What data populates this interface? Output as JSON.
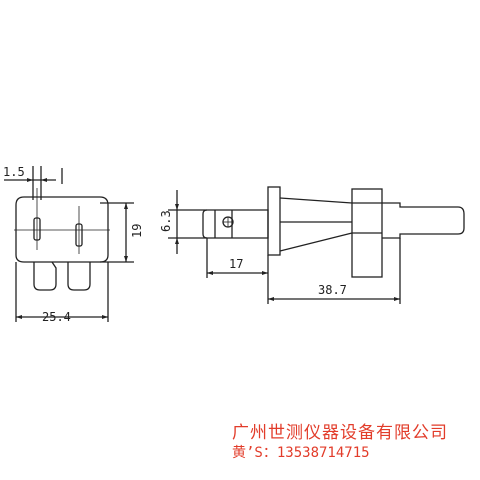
{
  "dimensions": {
    "pin_offset": "1.5",
    "body_height": "19",
    "body_width": "25.4",
    "pin_diameter": "6.3",
    "pin_length": "17",
    "overall_length": "38.7"
  },
  "watermark": {
    "company": "广州世测仪器设备有限公司",
    "contact": "黄’S：13538714715"
  },
  "colors": {
    "line": "#222222",
    "watermark": "#e23c2a"
  }
}
